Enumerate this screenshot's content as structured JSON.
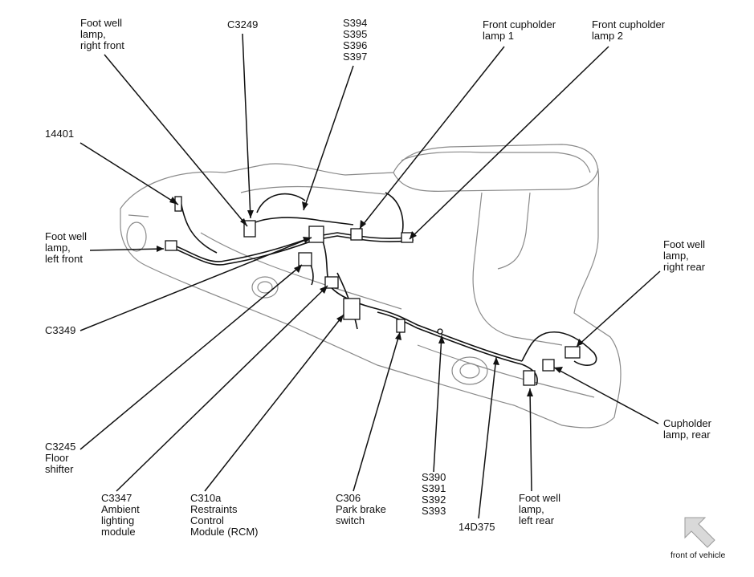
{
  "labels": {
    "foot_well_right_front": "Foot well\nlamp,\nright front",
    "c3249": "C3249",
    "s394_s397": "S394\nS395\nS396\nS397",
    "front_cupholder_lamp_1": "Front cupholder\nlamp 1",
    "front_cupholder_lamp_2": "Front cupholder\nlamp 2",
    "part_14401": "14401",
    "foot_well_left_front": "Foot well\nlamp,\nleft front",
    "foot_well_right_rear": "Foot well\nlamp,\nright rear",
    "c3349": "C3349",
    "cupholder_lamp_rear": "Cupholder\nlamp, rear",
    "c3245": "C3245\nFloor\nshifter",
    "c3347": "C3347\nAmbient\nlighting\nmodule",
    "c310a": "C310a\nRestraints\nControl\nModule (RCM)",
    "c306": "C306\nPark brake\nswitch",
    "s390_s393": "S390\nS391\nS392\nS393",
    "part_14d375": "14D375",
    "foot_well_left_rear": "Foot well\nlamp,\nleft rear",
    "front_of_vehicle": "front of vehicle"
  },
  "icons": {
    "orientation": "direction-arrow-icon"
  },
  "colors": {
    "line": "#111111",
    "body_outline": "#8a8a8a",
    "arrow_fill": "#d9d9d9"
  }
}
